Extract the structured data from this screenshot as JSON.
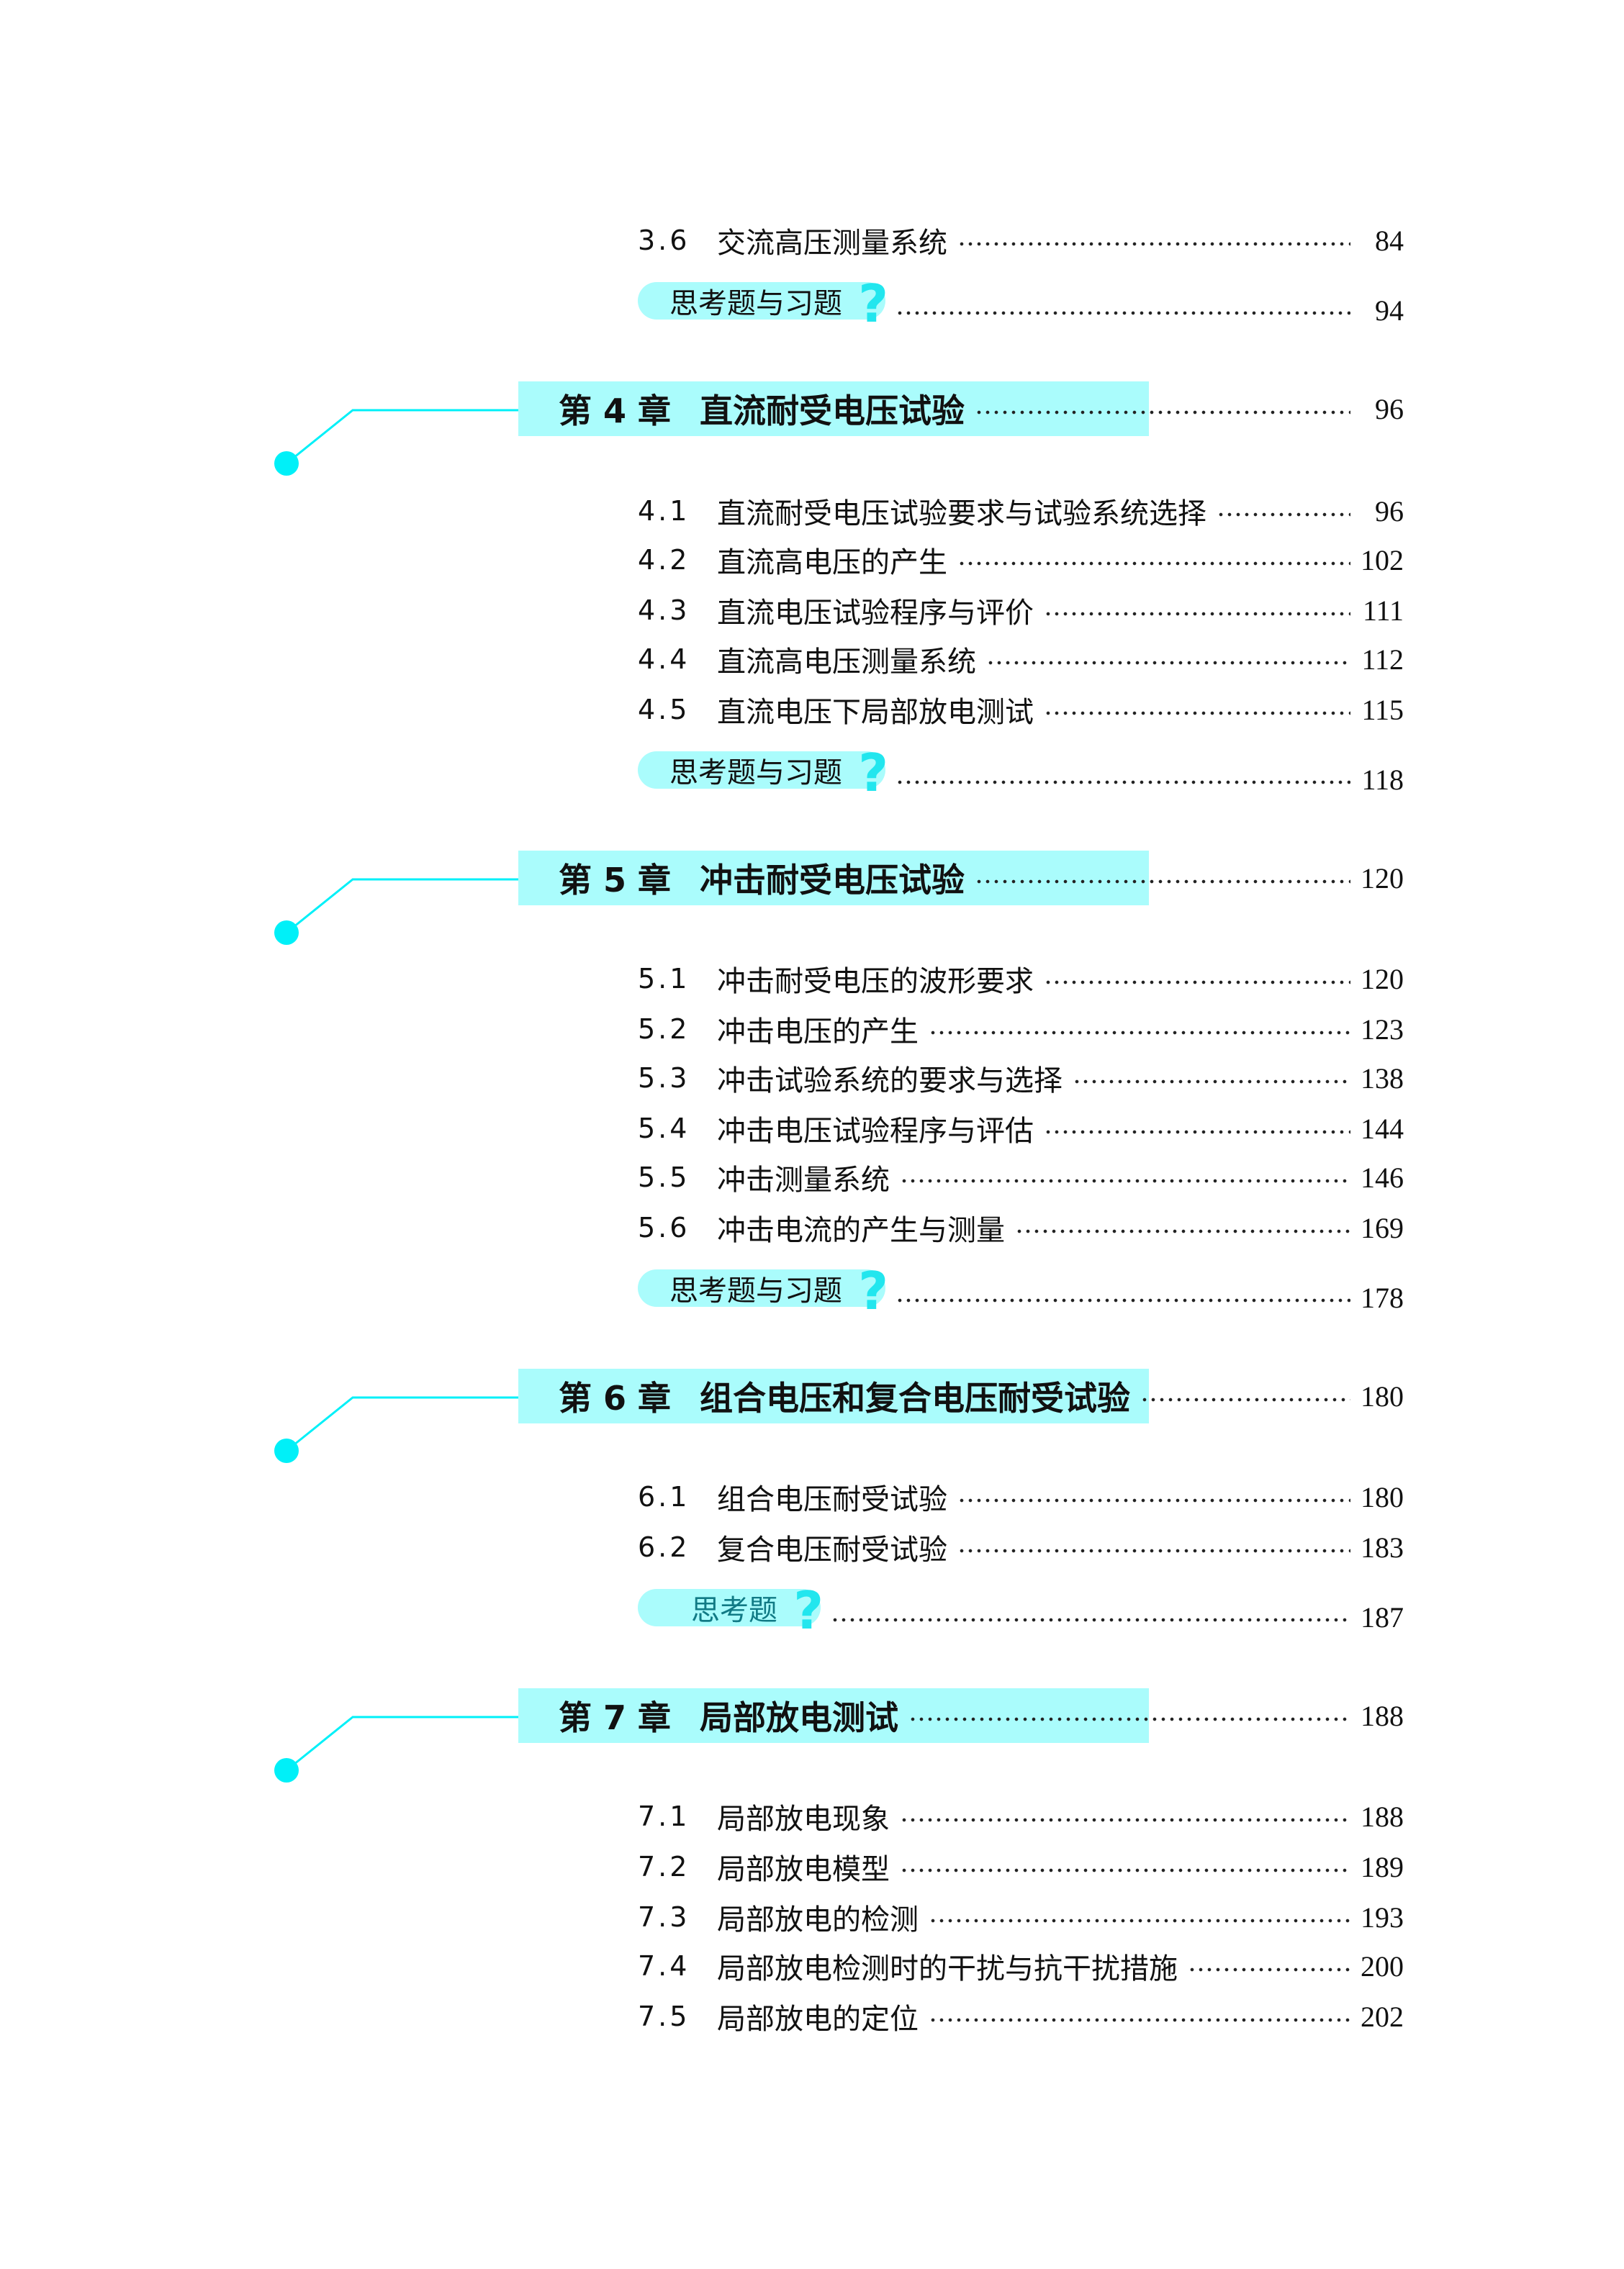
{
  "accent_color": "#00f0f8",
  "band_color": "#aafcfc",
  "entries": [
    {
      "kind": "section",
      "num": "3.6",
      "title": "交流高压测量系统",
      "page": "84"
    },
    {
      "kind": "exercise",
      "title": "思考题与习题",
      "page": "94"
    },
    {
      "kind": "chapter",
      "num": "第 4 章",
      "title": "直流耐受电压试验",
      "page": "96"
    },
    {
      "kind": "section",
      "num": "4.1",
      "title": "直流耐受电压试验要求与试验系统选择",
      "page": "96"
    },
    {
      "kind": "section",
      "num": "4.2",
      "title": "直流高电压的产生",
      "page": "102"
    },
    {
      "kind": "section",
      "num": "4.3",
      "title": "直流电压试验程序与评价",
      "page": "111"
    },
    {
      "kind": "section",
      "num": "4.4",
      "title": "直流高电压测量系统",
      "page": "112"
    },
    {
      "kind": "section",
      "num": "4.5",
      "title": "直流电压下局部放电测试",
      "page": "115"
    },
    {
      "kind": "exercise",
      "title": "思考题与习题",
      "page": "118"
    },
    {
      "kind": "chapter",
      "num": "第 5 章",
      "title": "冲击耐受电压试验",
      "page": "120"
    },
    {
      "kind": "section",
      "num": "5.1",
      "title": "冲击耐受电压的波形要求",
      "page": "120"
    },
    {
      "kind": "section",
      "num": "5.2",
      "title": "冲击电压的产生",
      "page": "123"
    },
    {
      "kind": "section",
      "num": "5.3",
      "title": "冲击试验系统的要求与选择",
      "page": "138"
    },
    {
      "kind": "section",
      "num": "5.4",
      "title": "冲击电压试验程序与评估",
      "page": "144"
    },
    {
      "kind": "section",
      "num": "5.5",
      "title": "冲击测量系统",
      "page": "146"
    },
    {
      "kind": "section",
      "num": "5.6",
      "title": "冲击电流的产生与测量",
      "page": "169"
    },
    {
      "kind": "exercise",
      "title": "思考题与习题",
      "page": "178"
    },
    {
      "kind": "chapter",
      "num": "第 6 章",
      "title": "组合电压和复合电压耐受试验",
      "page": "180"
    },
    {
      "kind": "section",
      "num": "6.1",
      "title": "组合电压耐受试验",
      "page": "180"
    },
    {
      "kind": "section",
      "num": "6.2",
      "title": "复合电压耐受试验",
      "page": "183"
    },
    {
      "kind": "exercise",
      "title": "思考题",
      "page": "187"
    },
    {
      "kind": "chapter",
      "num": "第 7 章",
      "title": "局部放电测试",
      "page": "188"
    },
    {
      "kind": "section",
      "num": "7.1",
      "title": "局部放电现象",
      "page": "188"
    },
    {
      "kind": "section",
      "num": "7.2",
      "title": "局部放电模型",
      "page": "189"
    },
    {
      "kind": "section",
      "num": "7.3",
      "title": "局部放电的检测",
      "page": "193"
    },
    {
      "kind": "section",
      "num": "7.4",
      "title": "局部放电检测时的干扰与抗干扰措施",
      "page": "200"
    },
    {
      "kind": "section",
      "num": "7.5",
      "title": "局部放电的定位",
      "page": "202"
    }
  ]
}
